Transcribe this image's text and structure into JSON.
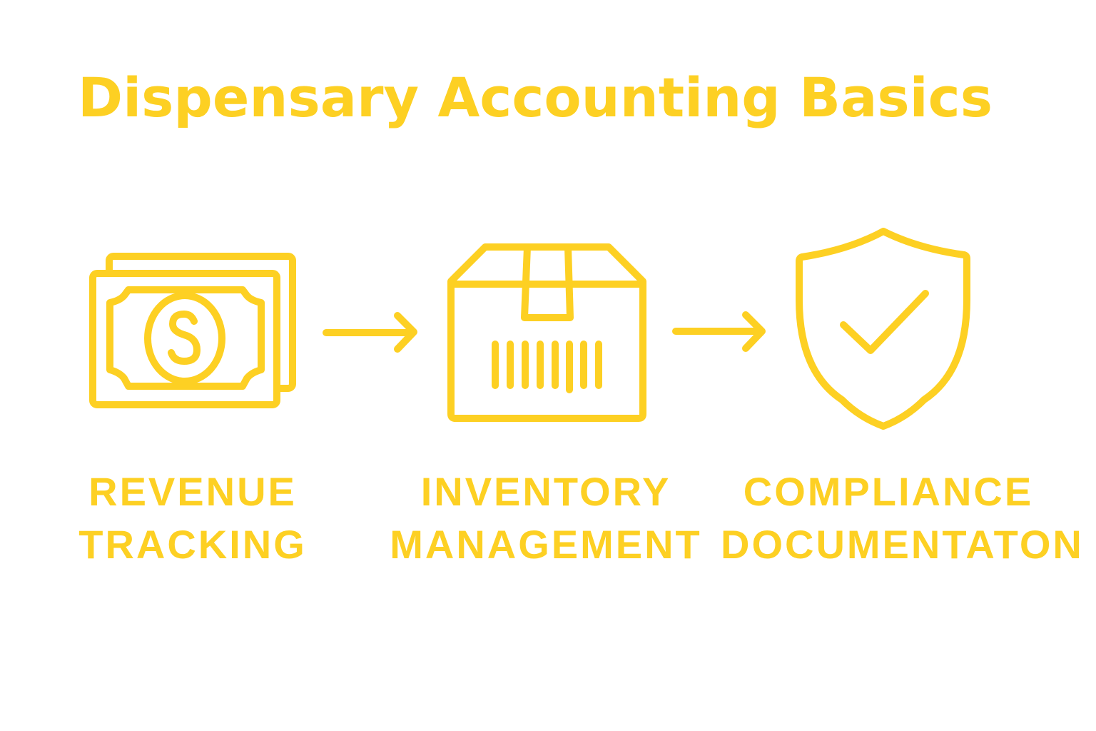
{
  "title": "Dispensary Accounting Basics",
  "accent_color": "#FDD023",
  "steps": [
    {
      "icon": "money-bill-icon",
      "line1": "REVENUE",
      "line2": "TRACKING"
    },
    {
      "icon": "box-barcode-icon",
      "line1": "INVENTORY",
      "line2": "MANAGEMENT"
    },
    {
      "icon": "shield-check-icon",
      "line1": "COMPLIANCE",
      "line2": "DOCUMENTATON"
    }
  ],
  "connectors": [
    "arrow-right-icon",
    "arrow-right-icon"
  ]
}
